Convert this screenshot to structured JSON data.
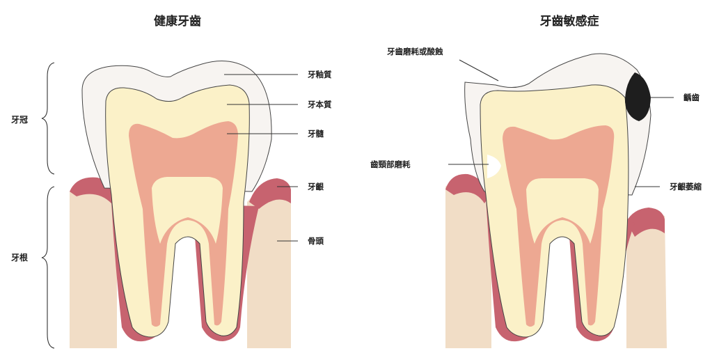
{
  "healthy": {
    "title": "健康牙齒",
    "labels": {
      "enamel": "牙釉質",
      "dentin": "牙本質",
      "pulp": "牙髓",
      "gum": "牙齦",
      "bone": "骨頭"
    },
    "sections": {
      "crown": "牙冠",
      "root": "牙根"
    }
  },
  "sensitive": {
    "title": "牙齒敏感症",
    "labels": {
      "wear": "牙齒磨耗或酸蝕",
      "caries": "齲齒",
      "cervical": "齒頸部磨耗",
      "recession": "牙齦萎縮"
    }
  },
  "colors": {
    "enamel": "#f7f4f1",
    "dentin": "#fbf1c8",
    "pulp": "#eda892",
    "gum": "#c7636f",
    "bone": "#f1ddc6",
    "caries": "#1e1e1e"
  }
}
